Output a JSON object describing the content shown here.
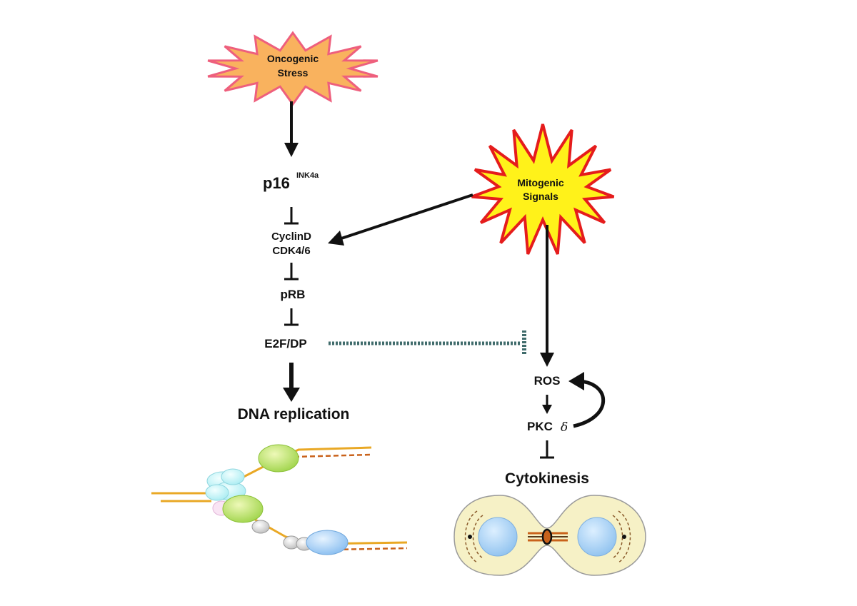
{
  "stress": {
    "line1": "Oncogenic",
    "line2": "Stress"
  },
  "mitogenic": {
    "line1": "Mitogenic",
    "line2": "Signals"
  },
  "p16": {
    "name": "p16",
    "sup": "INK4a"
  },
  "cyclin": {
    "line1": "CyclinD",
    "line2": "CDK4/6"
  },
  "prb": "pRB",
  "e2f": "E2F/DP",
  "dna": "DNA replication",
  "ros": "ROS",
  "pkc": {
    "name": "PKC",
    "greek": "δ"
  },
  "cyto": "Cytokinesis",
  "colors": {
    "stress_fill": "#f9b25e",
    "stress_stroke": "#ee5f7d",
    "mito_fill": "#fff21a",
    "mito_stroke": "#e51c1c",
    "p16_text": "#e0246a",
    "dotted_inhibit": "#3f6b6b",
    "dna_strand": "#e9a825",
    "dna_new": "#c9621b",
    "cell_fill": "#f6f1c6",
    "nucleus": "#a7cff1"
  }
}
